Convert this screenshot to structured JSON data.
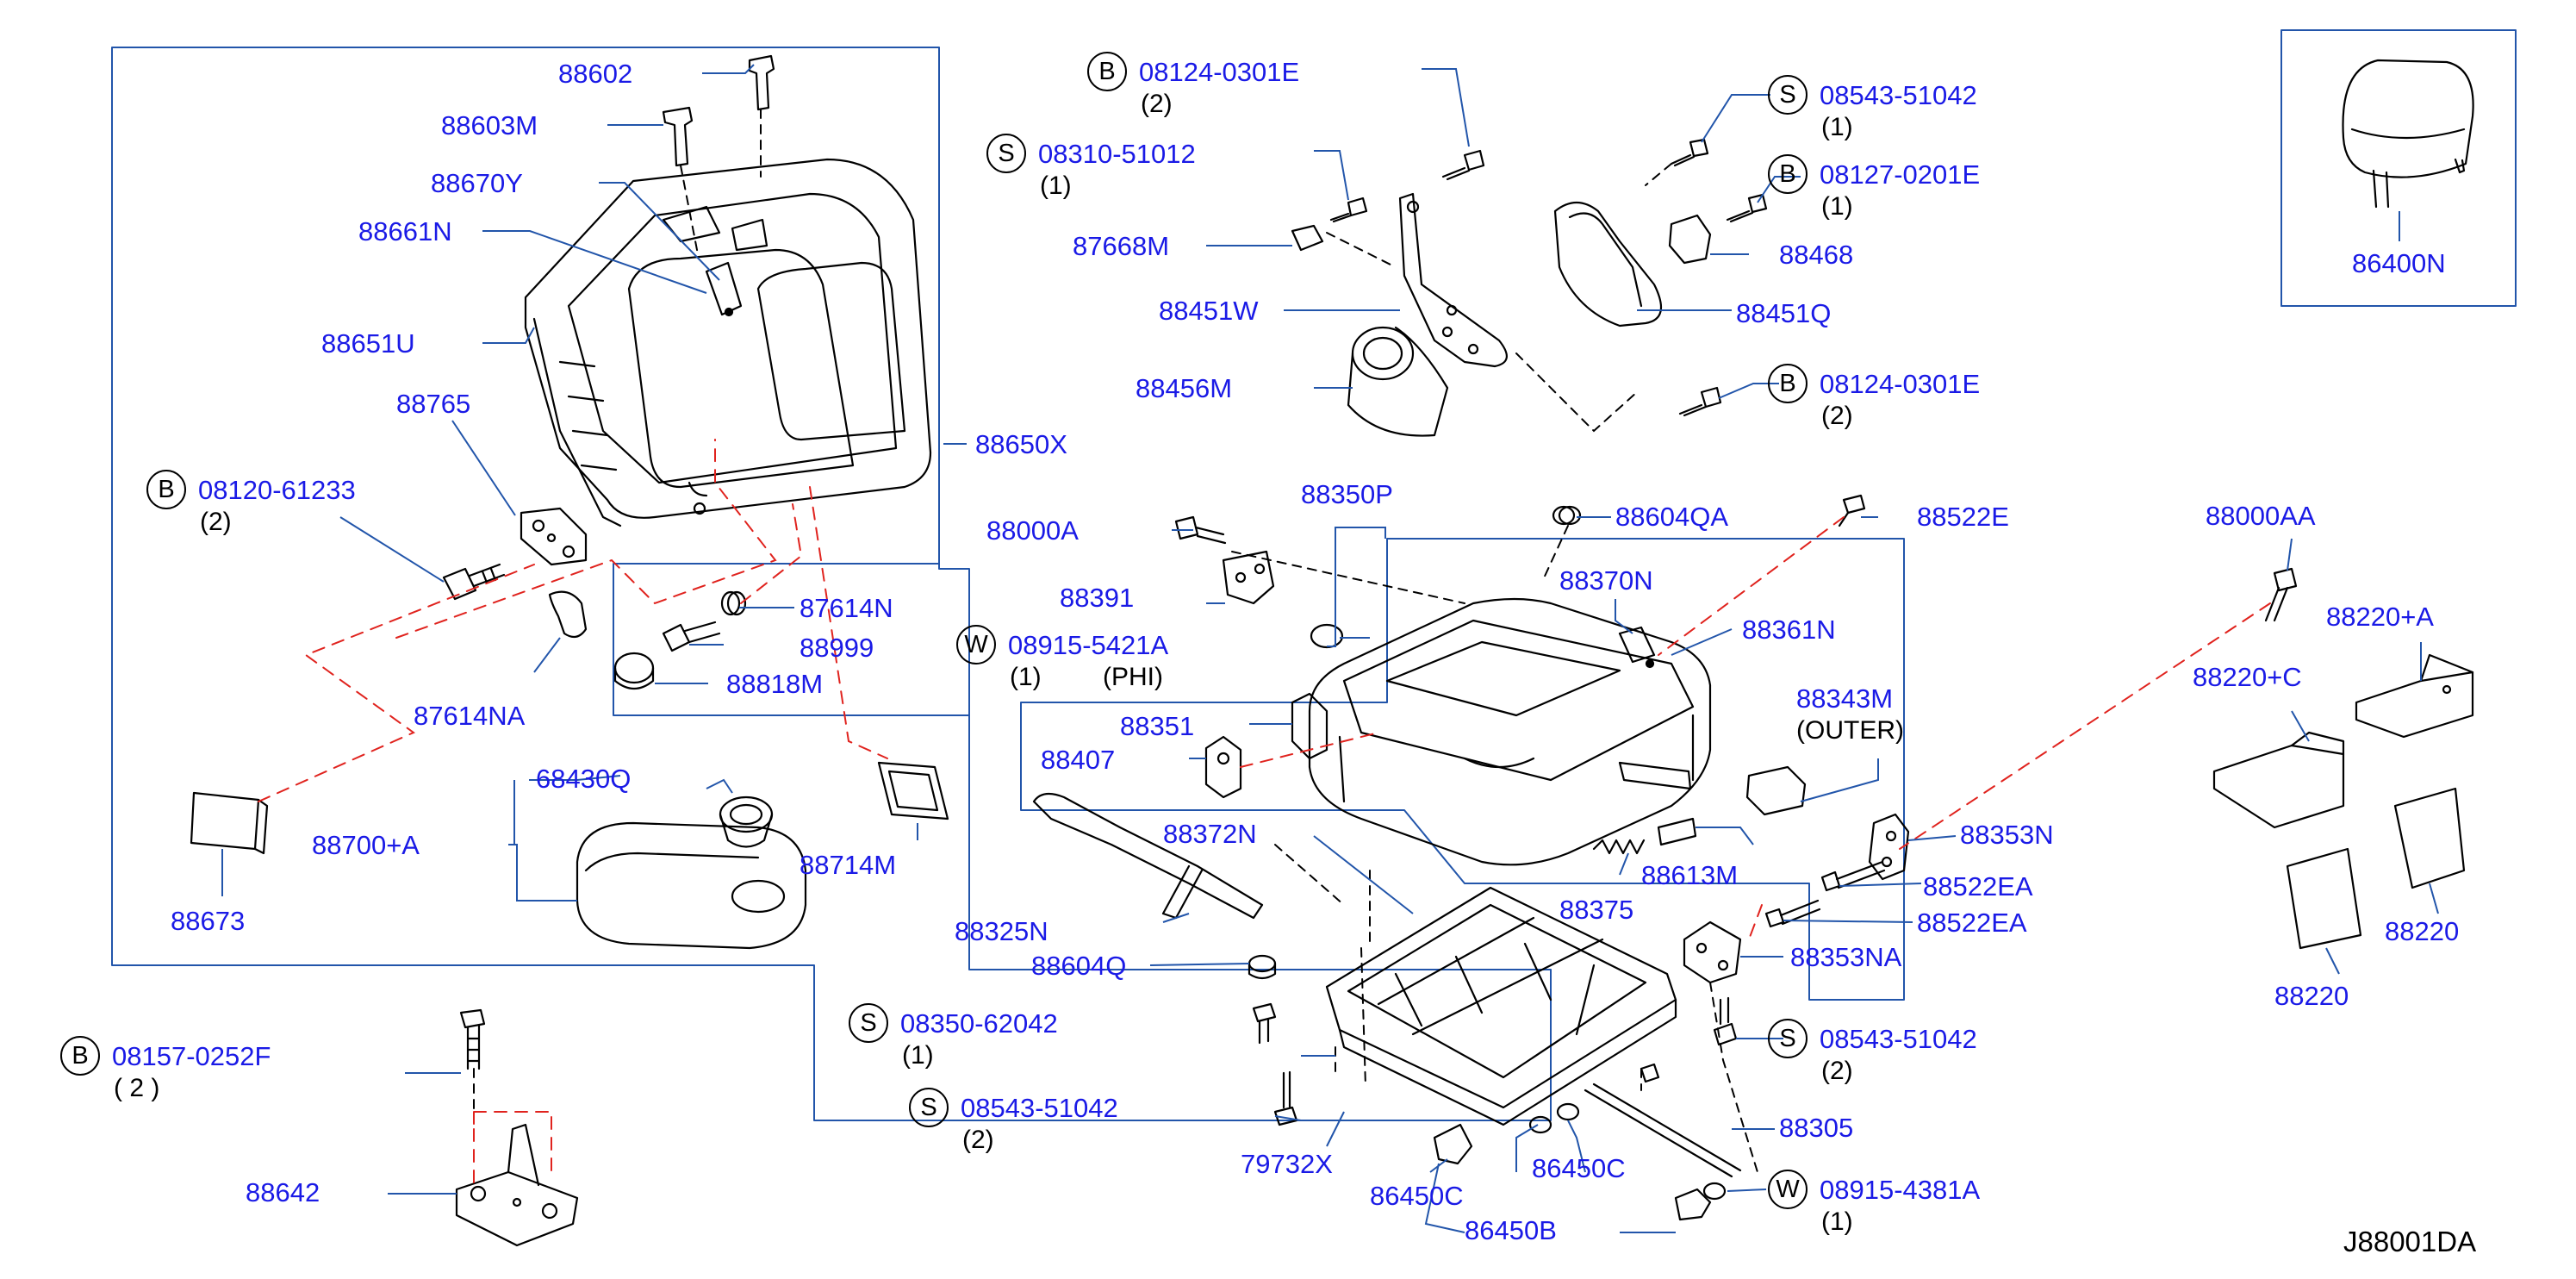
{
  "diagram_code": "J88001DA",
  "parts": [
    {
      "id": "88602",
      "label": "88602"
    },
    {
      "id": "88603M",
      "label": "88603M"
    },
    {
      "id": "88670Y",
      "label": "88670Y"
    },
    {
      "id": "88661N",
      "label": "88661N"
    },
    {
      "id": "88651U",
      "label": "88651U"
    },
    {
      "id": "88765",
      "label": "88765"
    },
    {
      "id": "88650X",
      "label": "88650X"
    },
    {
      "id": "08120-61233",
      "label": "08120-61233",
      "prefix": "B",
      "qty": "(2)"
    },
    {
      "id": "87614N",
      "label": "87614N"
    },
    {
      "id": "88999",
      "label": "88999"
    },
    {
      "id": "88818M",
      "label": "88818M"
    },
    {
      "id": "87614NA",
      "label": "87614NA"
    },
    {
      "id": "68430Q",
      "label": "68430Q"
    },
    {
      "id": "88700+A",
      "label": "88700+A"
    },
    {
      "id": "88714M",
      "label": "88714M"
    },
    {
      "id": "88673",
      "label": "88673"
    },
    {
      "id": "08157-0252F",
      "label": "08157-0252F",
      "prefix": "B",
      "qty": "( 2 )"
    },
    {
      "id": "88642",
      "label": "88642"
    },
    {
      "id": "08124-0301E-a",
      "label": "08124-0301E",
      "prefix": "B",
      "qty": "(2)"
    },
    {
      "id": "08310-51012",
      "label": "08310-51012",
      "prefix": "S",
      "qty": "(1)"
    },
    {
      "id": "87668M",
      "label": "87668M"
    },
    {
      "id": "88451W",
      "label": "88451W"
    },
    {
      "id": "88456M",
      "label": "88456M"
    },
    {
      "id": "08543-51042-a",
      "label": "08543-51042",
      "prefix": "S",
      "qty": "(1)"
    },
    {
      "id": "08127-0201E",
      "label": "08127-0201E",
      "prefix": "B",
      "qty": "(1)"
    },
    {
      "id": "88468",
      "label": "88468"
    },
    {
      "id": "88451Q",
      "label": "88451Q"
    },
    {
      "id": "08124-0301E-b",
      "label": "08124-0301E",
      "prefix": "B",
      "qty": "(2)"
    },
    {
      "id": "86400N",
      "label": "86400N"
    },
    {
      "id": "88350P",
      "label": "88350P"
    },
    {
      "id": "88000A",
      "label": "88000A"
    },
    {
      "id": "88604QA",
      "label": "88604QA"
    },
    {
      "id": "88522E",
      "label": "88522E"
    },
    {
      "id": "88391",
      "label": "88391"
    },
    {
      "id": "08915-5421A",
      "label": "08915-5421A",
      "prefix": "W",
      "qty": "(1)",
      "note": "(PHI)"
    },
    {
      "id": "88370N",
      "label": "88370N"
    },
    {
      "id": "88361N",
      "label": "88361N"
    },
    {
      "id": "88351",
      "label": "88351"
    },
    {
      "id": "88407",
      "label": "88407"
    },
    {
      "id": "88343M",
      "label": "88343M",
      "note": "(OUTER)"
    },
    {
      "id": "88372N",
      "label": "88372N"
    },
    {
      "id": "88613M",
      "label": "88613M"
    },
    {
      "id": "88375",
      "label": "88375"
    },
    {
      "id": "88325N",
      "label": "88325N"
    },
    {
      "id": "88604Q",
      "label": "88604Q"
    },
    {
      "id": "08350-62042",
      "label": "08350-62042",
      "prefix": "S",
      "qty": "(1)"
    },
    {
      "id": "08543-51042-b",
      "label": "08543-51042",
      "prefix": "S",
      "qty": "(2)"
    },
    {
      "id": "79732X",
      "label": "79732X"
    },
    {
      "id": "86450C-a",
      "label": "86450C"
    },
    {
      "id": "86450C-b",
      "label": "86450C"
    },
    {
      "id": "86450B",
      "label": "86450B"
    },
    {
      "id": "88305",
      "label": "88305"
    },
    {
      "id": "08915-4381A",
      "label": "08915-4381A",
      "prefix": "W",
      "qty": "(1)"
    },
    {
      "id": "88353N",
      "label": "88353N"
    },
    {
      "id": "88522EA-a",
      "label": "88522EA"
    },
    {
      "id": "88522EA-b",
      "label": "88522EA"
    },
    {
      "id": "88353NA",
      "label": "88353NA"
    },
    {
      "id": "08543-51042-c",
      "label": "08543-51042",
      "prefix": "S",
      "qty": "(2)"
    },
    {
      "id": "88000AA",
      "label": "88000AA"
    },
    {
      "id": "88220+A",
      "label": "88220+A"
    },
    {
      "id": "88220+C",
      "label": "88220+C"
    },
    {
      "id": "88220-a",
      "label": "88220"
    },
    {
      "id": "88220-b",
      "label": "88220"
    }
  ]
}
